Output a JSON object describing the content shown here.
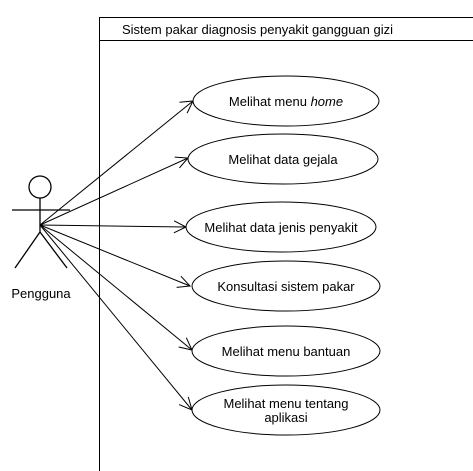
{
  "system": {
    "title": "Sistem pakar diagnosis penyakit gangguan gizi"
  },
  "actor": {
    "name": "Pengguna"
  },
  "use_cases": [
    {
      "id": "uc1",
      "label_parts": [
        [
          "Melihat menu ",
          false
        ],
        [
          "home",
          true
        ]
      ]
    },
    {
      "id": "uc2",
      "label_parts": [
        [
          "Melihat data gejala",
          false
        ]
      ]
    },
    {
      "id": "uc3",
      "label_parts": [
        [
          "Melihat data jenis penyakit",
          false
        ]
      ]
    },
    {
      "id": "uc4",
      "label_parts": [
        [
          "Konsultasi sistem pakar",
          false
        ]
      ]
    },
    {
      "id": "uc5",
      "label_parts": [
        [
          "Melihat menu bantuan",
          false
        ]
      ]
    },
    {
      "id": "uc6",
      "lines": [
        "Melihat menu tentang",
        "aplikasi"
      ]
    }
  ],
  "colors": {
    "stroke": "#000000",
    "background": "#ffffff"
  }
}
